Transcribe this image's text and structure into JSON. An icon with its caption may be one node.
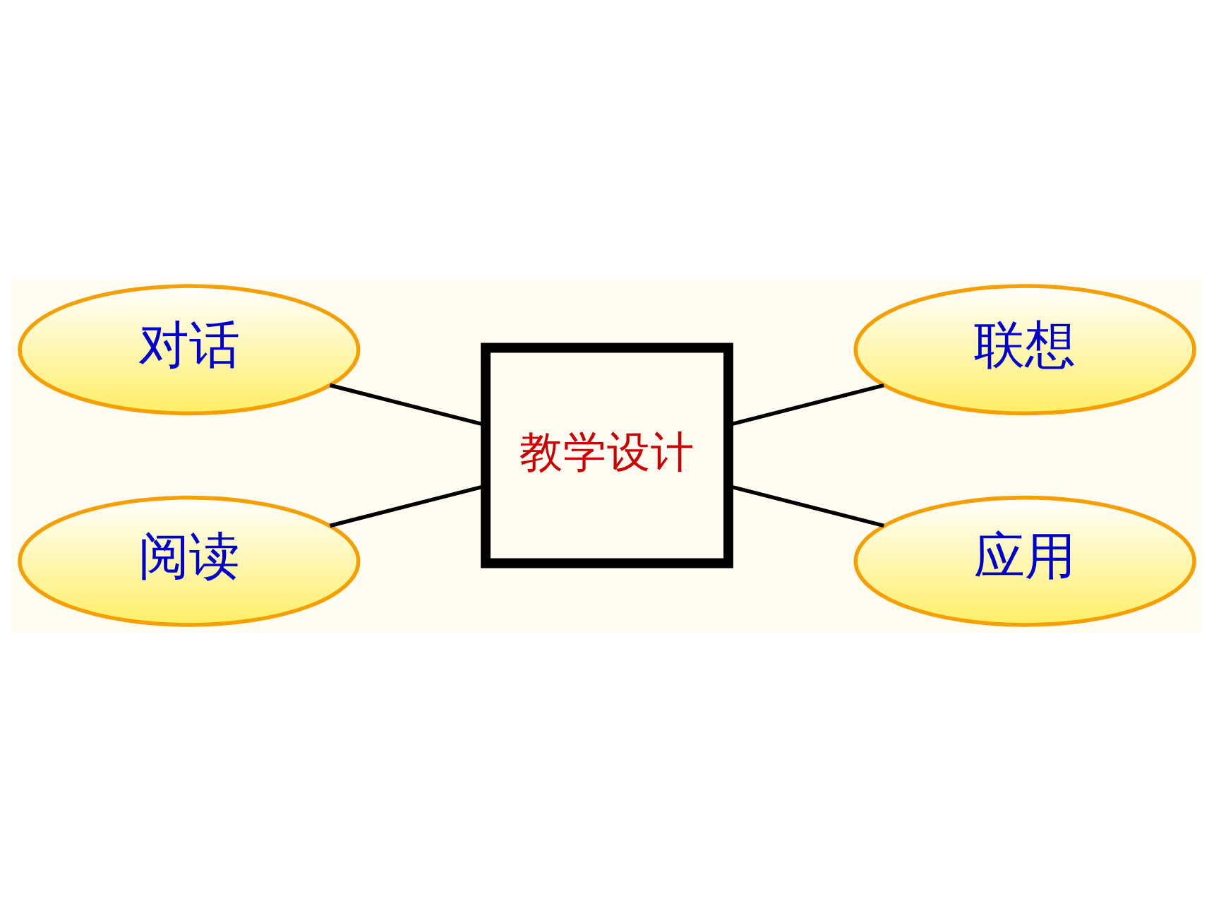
{
  "diagram": {
    "nodes": [
      {
        "text": [
          "对话"
        ]
      },
      {
        "text": [
          "联想"
        ]
      },
      {
        "text": [
          "阅读"
        ]
      },
      {
        "text": [
          "应用"
        ]
      },
      {
        "text": [
          "教学设计"
        ]
      }
    ],
    "edges": [
      {
        "from": 0,
        "to": 4,
        "arrow": "none"
      },
      {
        "from": 4,
        "to": 1,
        "arrow": "none"
      },
      {
        "from": 2,
        "to": 4,
        "arrow": "none"
      },
      {
        "from": 4,
        "to": 3,
        "arrow": "none"
      }
    ]
  }
}
